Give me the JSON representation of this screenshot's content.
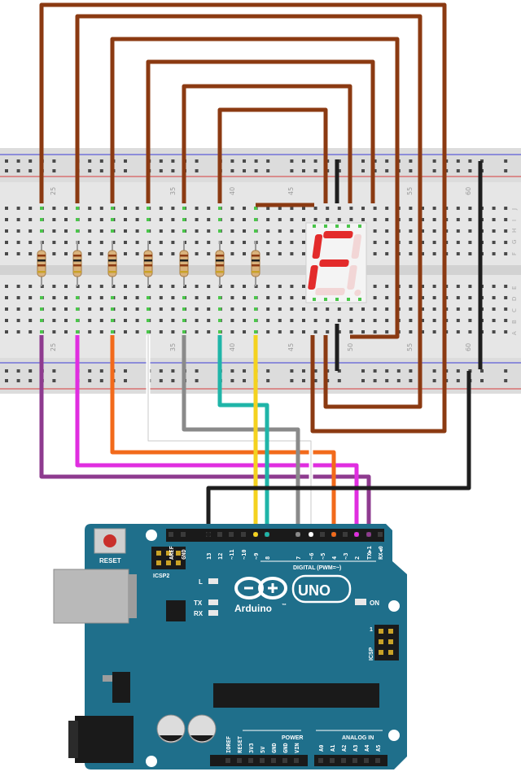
{
  "breadcrumb_labels": {
    "columns_top": [
      "25",
      "35",
      "40",
      "45",
      "55",
      "60"
    ],
    "columns_bottom": [
      "25",
      "35",
      "40",
      "45",
      "50",
      "55",
      "60"
    ],
    "rows_top": [
      "J",
      "I",
      "H",
      "G",
      "F"
    ],
    "rows_bottom": [
      "E",
      "D",
      "C",
      "B",
      "A"
    ]
  },
  "display": {
    "digit_glyph": "F",
    "segment_on_color": "#e32b2b",
    "segment_off_color": "#f2d6d6"
  },
  "arduino": {
    "reset_label": "RESET",
    "icsp2_label": "ICSP2",
    "icsp_label": "ICSP",
    "logo_text": "Arduino",
    "trademark": "™",
    "model_text": "UNO",
    "on_label": "ON",
    "led_l": "L",
    "led_tx": "TX",
    "led_rx": "RX",
    "digital_label": "DIGITAL (PWM=~)",
    "power_label": "POWER",
    "analog_label": "ANALOG IN",
    "icsp_pin1": "1",
    "header_top": [
      "AREF",
      "GND",
      "13",
      "12",
      "~11",
      "~10",
      "~9",
      "8",
      "7",
      "~6",
      "~5",
      "4",
      "~3",
      "2",
      "TX▶1",
      "RX◀0"
    ],
    "header_power": [
      "IOREF",
      "RESET",
      "3V3",
      "5V",
      "GND",
      "GND",
      "VIN"
    ],
    "header_analog": [
      "A0",
      "A1",
      "A2",
      "A3",
      "A4",
      "A5"
    ]
  },
  "wire_colors": {
    "brown": "#8b3a12",
    "black": "#1e1e1e",
    "purple": "#8e3b8f",
    "magenta": "#e02ee0",
    "orange": "#f26a1b",
    "white": "#f5f5f5",
    "gray": "#8a8a8a",
    "teal": "#1fb5a8",
    "yellow": "#f4d21f",
    "board_blue": "#1f6f8b"
  }
}
